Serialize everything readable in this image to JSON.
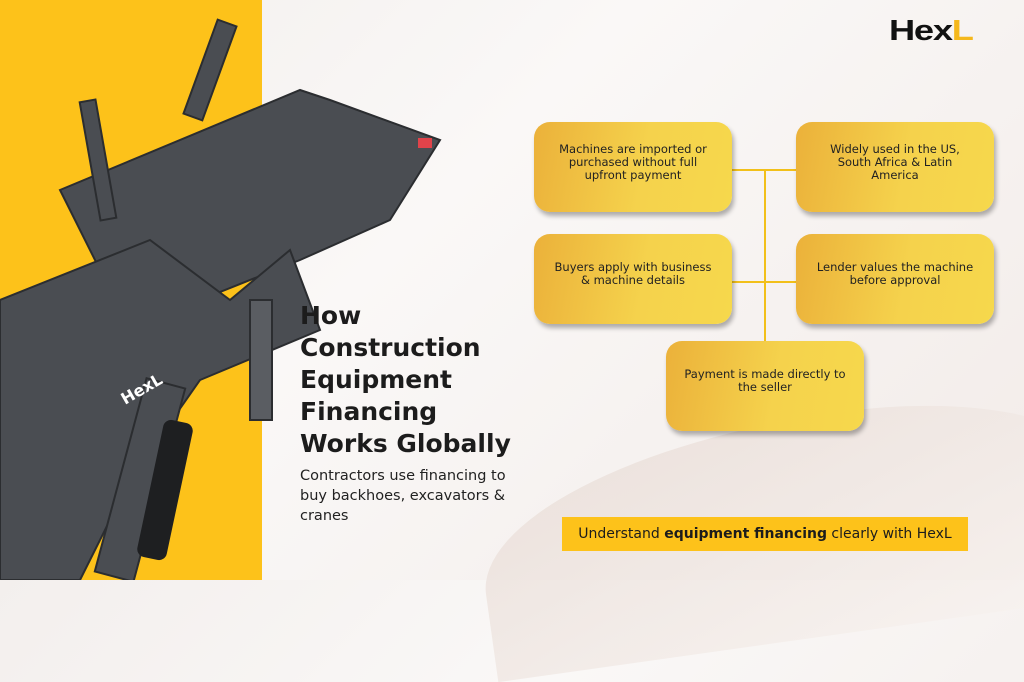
{
  "brand": {
    "name_main": "Hex",
    "name_accent": "L",
    "accent_color": "#f5b81c",
    "machine_label": "HexL"
  },
  "title": "How Construction Equipment Financing Works Globally",
  "subtitle": "Contractors use financing to buy backhoes, excavators & cranes",
  "steps": [
    {
      "text": "Machines are imported or purchased without full upfront payment"
    },
    {
      "text": "Widely used in the US, South Africa & Latin America"
    },
    {
      "text": "Buyers apply with business & machine details"
    },
    {
      "text": "Lender values the machine before approval"
    },
    {
      "text": "Payment is made directly to the seller"
    }
  ],
  "banner": {
    "prefix": "Understand ",
    "bold": "equipment financing",
    "suffix": " clearly with HexL"
  },
  "colors": {
    "yellow": "#fdc21a",
    "box": "#f5d24c"
  }
}
